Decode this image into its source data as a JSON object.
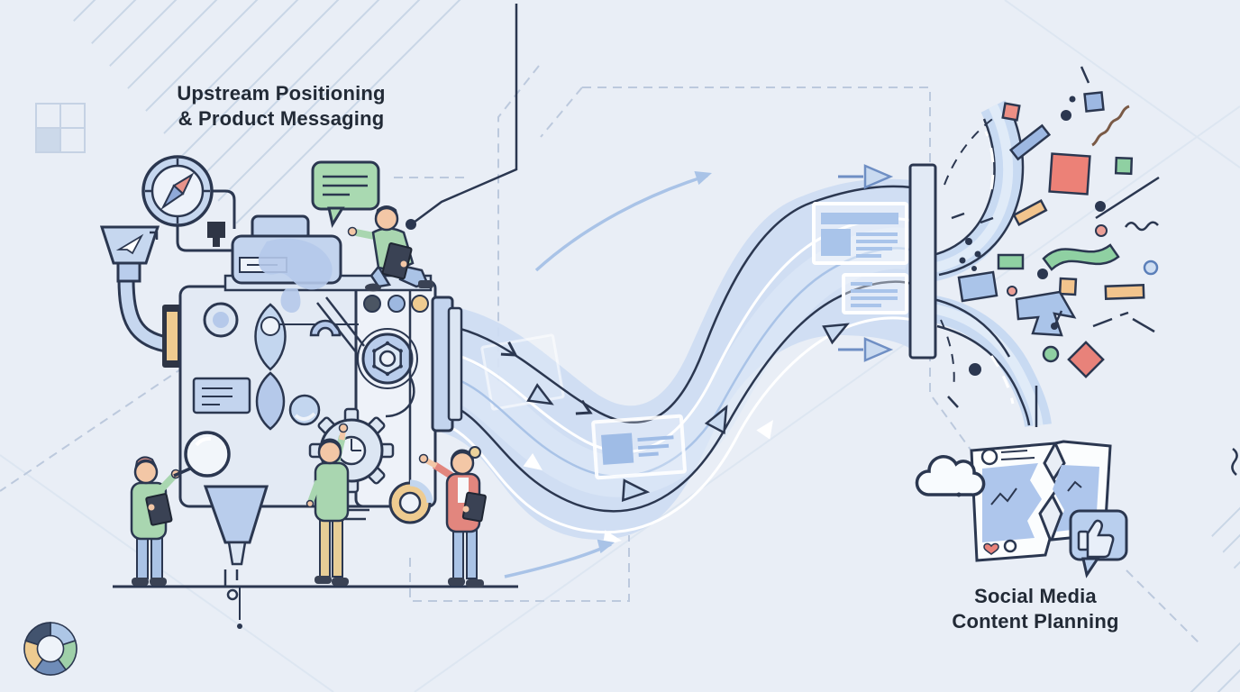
{
  "labels": {
    "upstream": {
      "line1": "Upstream Positioning",
      "line2": "& Product Messaging"
    },
    "social": {
      "line1": "Social Media",
      "line2": "Content Planning"
    }
  },
  "palette": {
    "background": "#e9eef6",
    "ink": "#2b3750",
    "flow_band": "#cddcf2",
    "flow_light": "#dde8f6",
    "machine_body": "#e3eaf4",
    "machine_blue": "#b9cdec",
    "accent_green": "#a9d6b0",
    "shape_green": "#8fd0a2",
    "accent_salmon": "#e8978c",
    "shape_red": "#ec8177",
    "shape_orange": "#f2c48d",
    "accent_yellow": "#eecb90",
    "jeans_blue": "#aac3e6",
    "skin": "#f3c7a6",
    "slate": "#3a4254",
    "dash_line": "#bcc9dd",
    "hatch": "#c9d6e6",
    "white": "#ffffff"
  },
  "icons": [
    "compass-icon",
    "funnel-icon",
    "paper-plane-icon",
    "speech-bubble-icon",
    "magnifier-icon",
    "gear-icon",
    "hex-dial-icon",
    "pulley-icon",
    "document-card-icon",
    "arrow-icon",
    "cloud-icon",
    "broken-post-icon",
    "heart-icon",
    "comment-icon",
    "like-bubble-icon",
    "thumbs-up-icon",
    "logo-swirl-icon"
  ]
}
